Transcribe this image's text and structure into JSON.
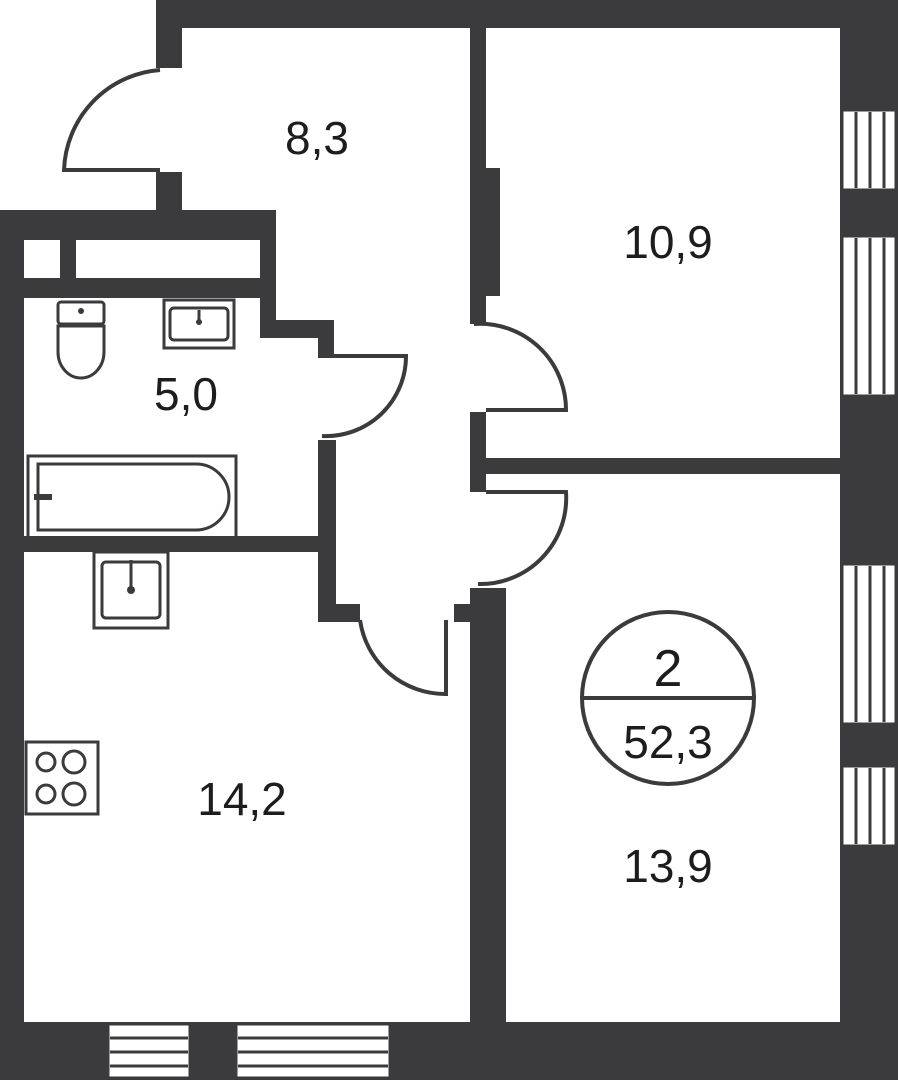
{
  "rooms": {
    "hall": "8,3",
    "bedroom_top": "10,9",
    "bathroom": "5,0",
    "kitchen": "14,2",
    "bedroom_bottom": "13,9"
  },
  "badge": {
    "rooms_count": "2",
    "total_area": "52,3"
  },
  "colors": {
    "wall": "#3b3b3d",
    "background": "#ffffff",
    "text": "#1d1d1b"
  },
  "icons": {
    "toilet": "toilet-icon",
    "sink": "sink-icon",
    "bathtub": "bathtub-icon",
    "stove": "stove-icon",
    "window": "window-icon",
    "door": "door-swing-icon"
  }
}
